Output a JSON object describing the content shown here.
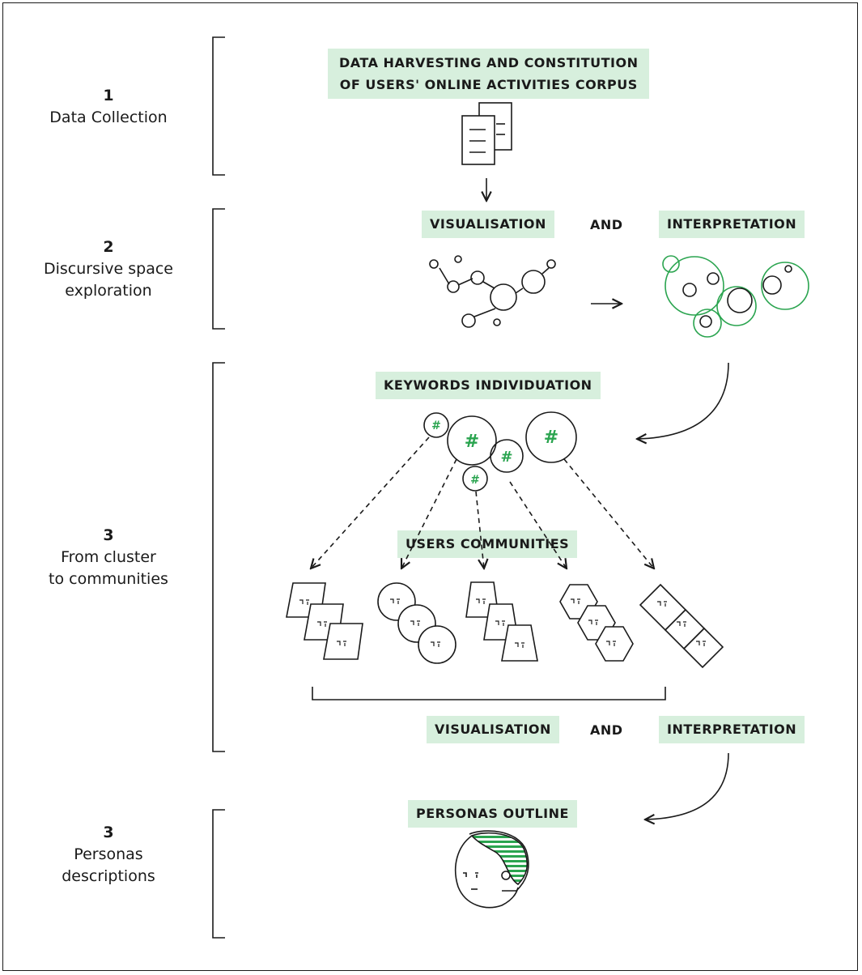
{
  "stages": [
    {
      "number": "1",
      "label": "Data Collection"
    },
    {
      "number": "2",
      "label_line1": "Discursive space",
      "label_line2": "exploration"
    },
    {
      "number": "3",
      "label_line1": "From cluster",
      "label_line2": "to communities"
    },
    {
      "number": "3",
      "label_line1": "Personas",
      "label_line2": "descriptions"
    }
  ],
  "tags": {
    "data_harvesting_line1": "DATA HARVESTING AND CONSTITUTION",
    "data_harvesting_line2": "OF USERS' ONLINE ACTIVITIES CORPUS",
    "visualisation": "VISUALISATION",
    "and": "AND",
    "interpretation": "INTERPRETATION",
    "keywords": "KEYWORDS INDIVIDUATION",
    "users_communities": "USERS COMMUNITIES",
    "personas_outline": "PERSONAS OUTLINE"
  },
  "icons": {
    "hash": "#"
  },
  "colors": {
    "accent_fill": "#d7efdd",
    "accent_green": "#2aa44f",
    "ink": "#1a1a1a"
  }
}
